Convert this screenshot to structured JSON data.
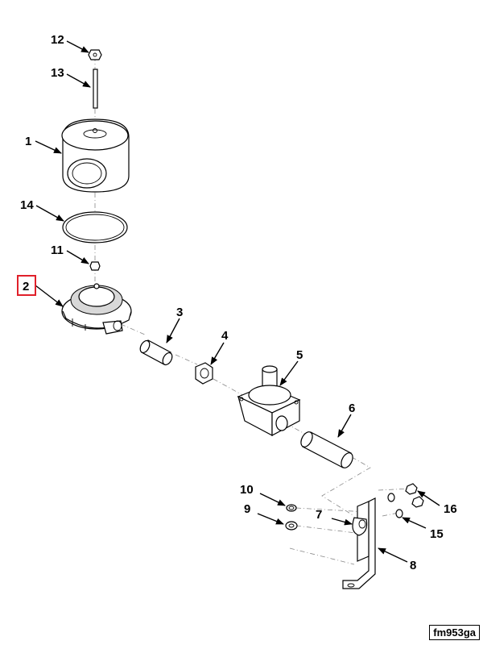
{
  "figure_code": "fm953ga",
  "highlight_color": "#e0202a",
  "callouts": {
    "c1": "1",
    "c2": "2",
    "c3": "3",
    "c4": "4",
    "c5": "5",
    "c6": "6",
    "c7": "7",
    "c8": "8",
    "c9": "9",
    "c10": "10",
    "c11": "11",
    "c12": "12",
    "c13": "13",
    "c14": "14",
    "c15": "15",
    "c16": "16"
  },
  "highlighted_callout": "2"
}
